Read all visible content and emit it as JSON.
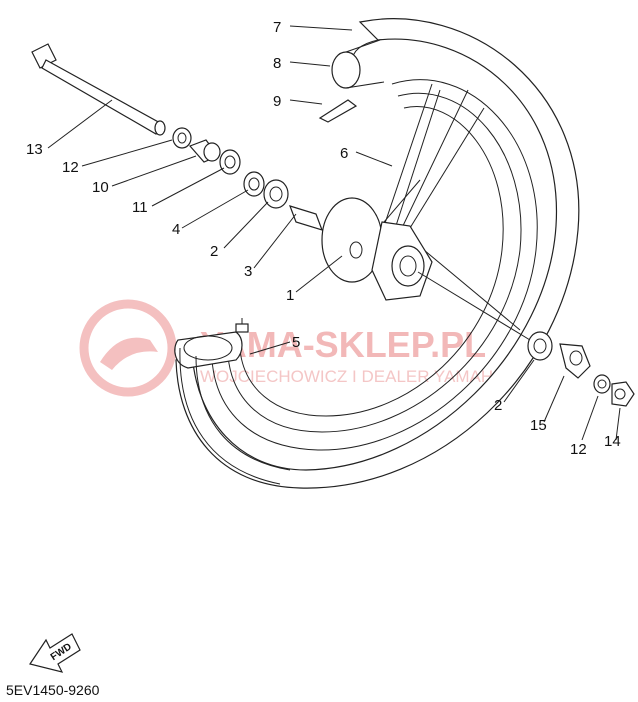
{
  "diagram": {
    "callouts": [
      {
        "id": "c7",
        "label": "7"
      },
      {
        "id": "c8",
        "label": "8"
      },
      {
        "id": "c9",
        "label": "9"
      },
      {
        "id": "c13",
        "label": "13"
      },
      {
        "id": "c6",
        "label": "6"
      },
      {
        "id": "c12a",
        "label": "12"
      },
      {
        "id": "c10",
        "label": "10"
      },
      {
        "id": "c11",
        "label": "11"
      },
      {
        "id": "c4",
        "label": "4"
      },
      {
        "id": "c2a",
        "label": "2"
      },
      {
        "id": "c3",
        "label": "3"
      },
      {
        "id": "c1",
        "label": "1"
      },
      {
        "id": "c5",
        "label": "5"
      },
      {
        "id": "c2b",
        "label": "2"
      },
      {
        "id": "c15",
        "label": "15"
      },
      {
        "id": "c12b",
        "label": "12"
      },
      {
        "id": "c14",
        "label": "14"
      }
    ],
    "fwd_label": "FWD",
    "diagram_code": "5EV1450-9260"
  },
  "watermark": {
    "line1": "YAMA-SKLEP.PL",
    "line2": "WOJCIECHOWICZ I DEALER YAMAHA"
  }
}
